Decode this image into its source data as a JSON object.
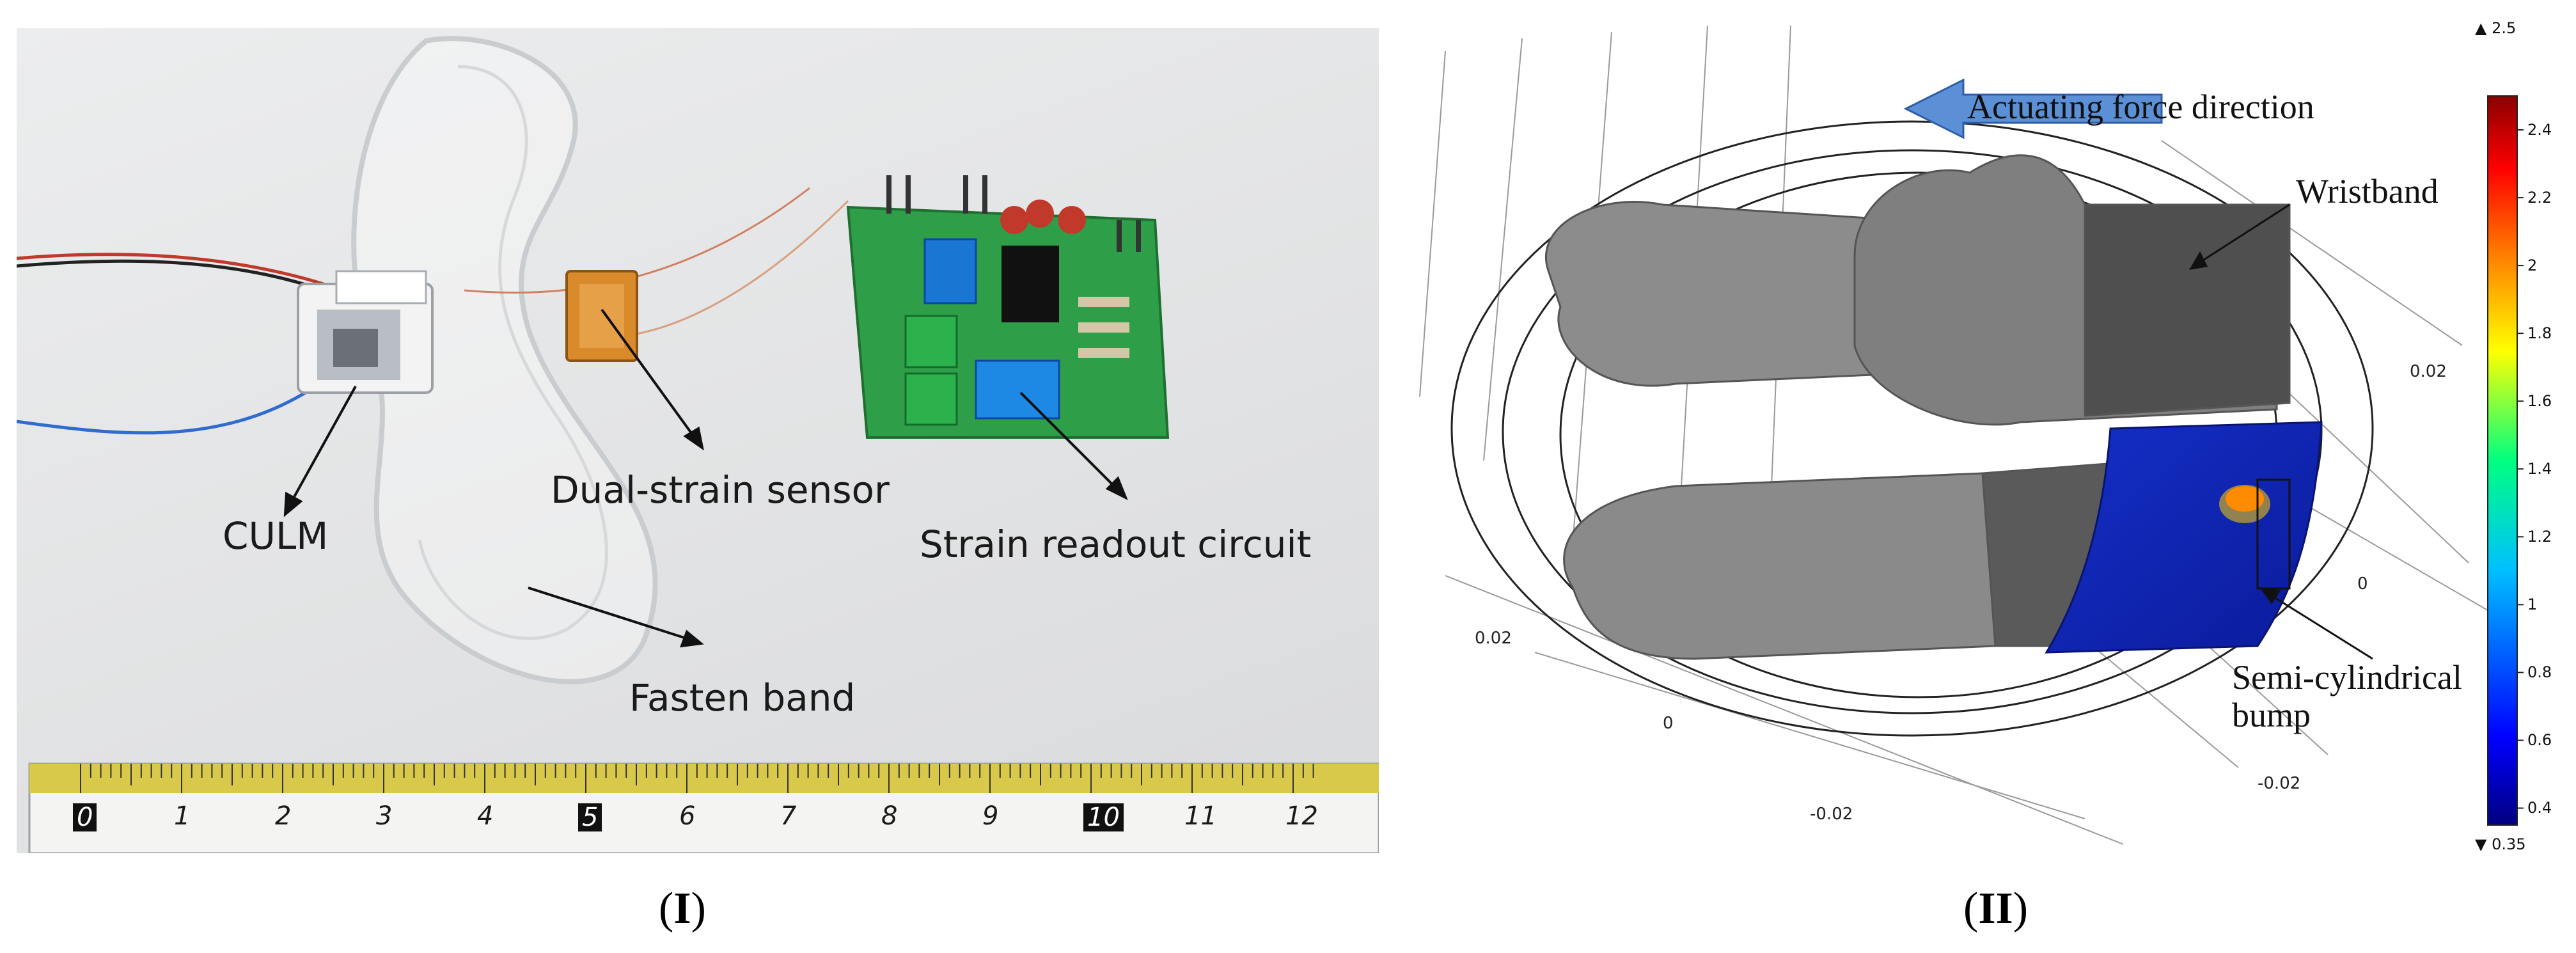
{
  "panel_I": {
    "caption_open": "(",
    "caption_mark": "I",
    "caption_close": ")",
    "labels": {
      "culm": "CULM",
      "dual_strain_sensor": "Dual-strain sensor",
      "strain_readout_circuit": "Strain readout circuit",
      "fasten_band": "Fasten band"
    },
    "ruler_numbers": [
      "0",
      "1",
      "2",
      "3",
      "4",
      "5",
      "6",
      "7",
      "8",
      "9",
      "10",
      "11",
      "12"
    ]
  },
  "panel_II": {
    "caption_open": "(",
    "caption_mark": "II",
    "caption_close": ")",
    "labels": {
      "actuating_force": "Actuating force direction",
      "wristband": "Wristband",
      "bump_line1": "Semi-cylindrical",
      "bump_line2": "bump"
    },
    "axis_ticks": {
      "right_upper": "0.02",
      "right_zero": "0",
      "left_002": "0.02",
      "left_zero": "0",
      "bottom_minus": "-0.02",
      "right_minus": "-0.02"
    },
    "colorbar": {
      "max_label": "▲ 2.5",
      "min_label": "▼ 0.35",
      "ticks": [
        "2.4",
        "2.2",
        "2",
        "1.8",
        "1.6",
        "1.4",
        "1.2",
        "1",
        "0.8",
        "0.6",
        "0.4"
      ],
      "range": [
        0.35,
        2.5
      ],
      "colors": [
        "#00007f",
        "#0000ff",
        "#00c0ff",
        "#00ff80",
        "#ffff00",
        "#ff8000",
        "#ff0000",
        "#8b0000"
      ]
    }
  }
}
